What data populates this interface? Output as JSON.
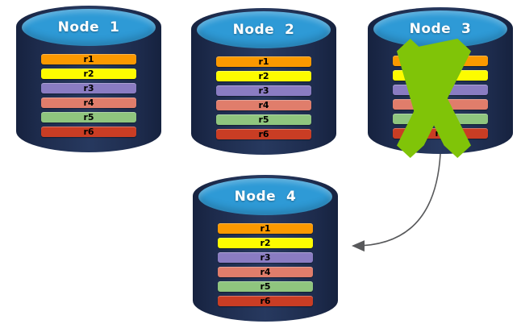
{
  "diagram": {
    "nodes": [
      {
        "label": "Node  1",
        "status": "healthy"
      },
      {
        "label": "Node  2",
        "status": "healthy"
      },
      {
        "label": "Node  3",
        "status": "failed"
      },
      {
        "label": "Node  4",
        "status": "healthy"
      }
    ],
    "rows": [
      {
        "label": "r1",
        "color": "#FB9900"
      },
      {
        "label": "r2",
        "color": "#FDFC00"
      },
      {
        "label": "r3",
        "color": "#8A7CC2"
      },
      {
        "label": "r4",
        "color": "#E07D6B"
      },
      {
        "label": "r5",
        "color": "#8FC57E"
      },
      {
        "label": "r6",
        "color": "#C93D24"
      }
    ],
    "arrow": {
      "from": "Node 3",
      "to": "Node 4"
    },
    "colors": {
      "background": "#ffffff",
      "cylinder_body": "#1D2B4C",
      "cylinder_top": "#2E9AD6",
      "failure_x": "#80C408",
      "arrow": "#58595B",
      "node_label_text": "#ffffff",
      "row_text": "#000000"
    }
  }
}
